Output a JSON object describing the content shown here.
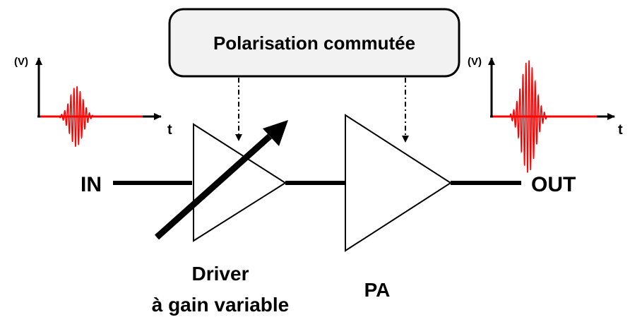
{
  "bias_block": {
    "label": "Polarisation commutée"
  },
  "input": {
    "label": "IN"
  },
  "output": {
    "label": "OUT"
  },
  "driver": {
    "label_line1": "Driver",
    "label_line2": "à gain variable"
  },
  "pa": {
    "label": "PA"
  },
  "input_plot": {
    "y_label": "(V)",
    "x_label": "t"
  },
  "output_plot": {
    "y_label": "(V)",
    "x_label": "t"
  },
  "colors": {
    "signal": "#ff0000",
    "wire": "#000000",
    "box_fill": "#f2f2f2",
    "box_stroke": "#000000"
  },
  "icons": {
    "input_waveform": "rf-pulse-icon",
    "output_waveform": "rf-pulse-icon",
    "gain_control": "variable-arrow-icon"
  }
}
